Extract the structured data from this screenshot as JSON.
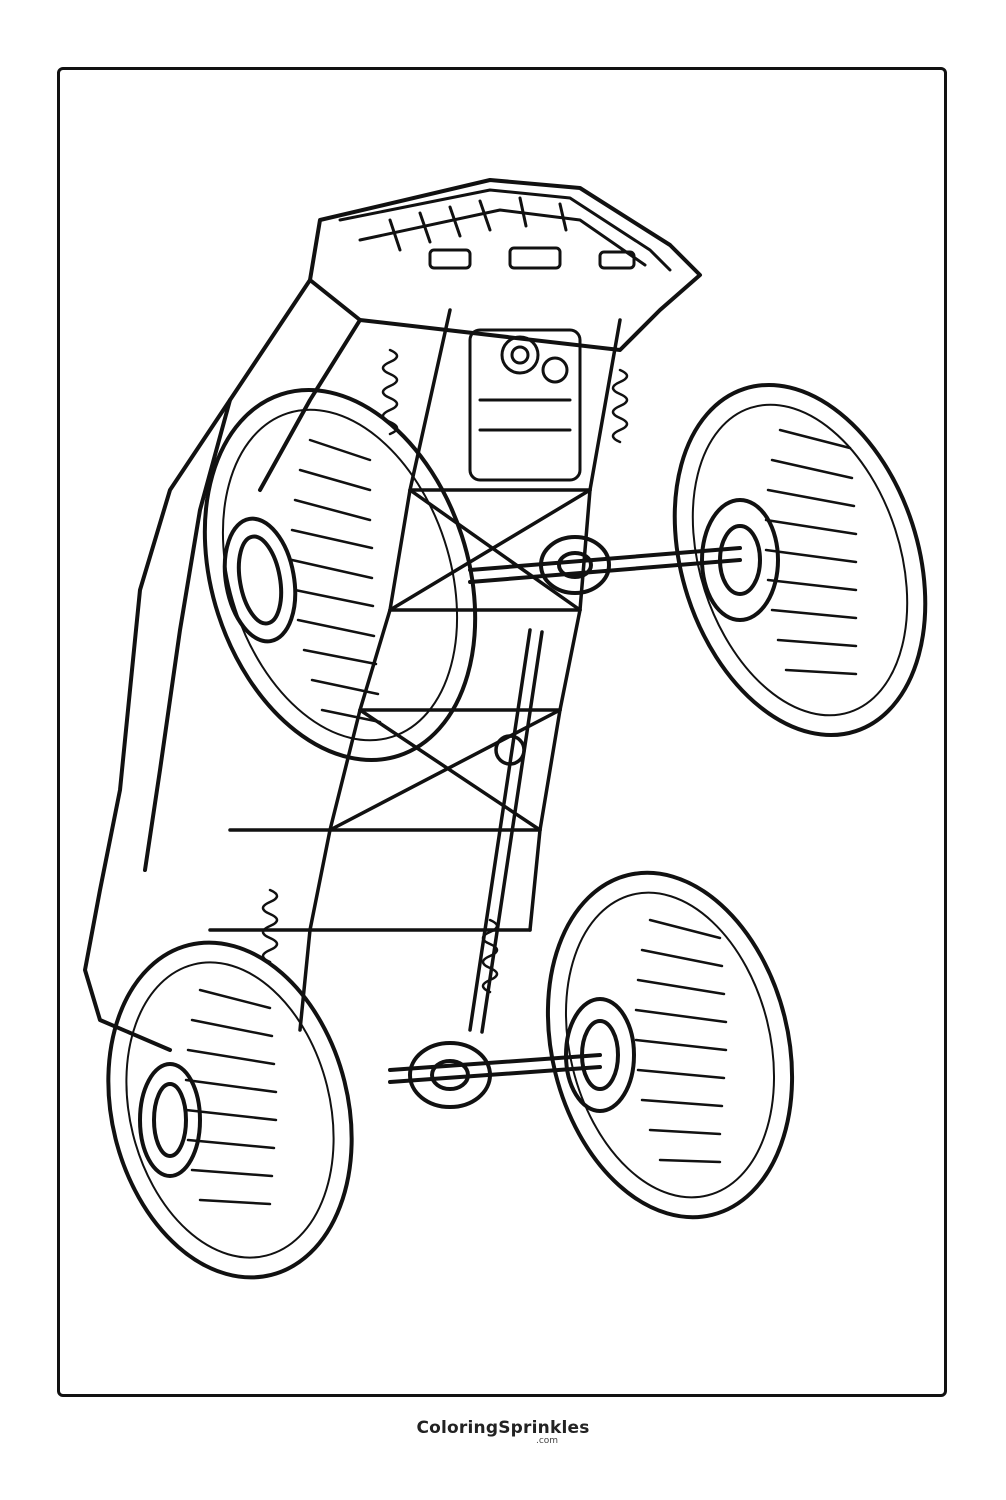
{
  "page": {
    "illustration": "monster-truck-underside-line-art"
  },
  "footer": {
    "brand_name": "ColoringSprinkles",
    "brand_domain": ".com"
  },
  "colors": {
    "line": "#111111",
    "paper": "#ffffff"
  }
}
